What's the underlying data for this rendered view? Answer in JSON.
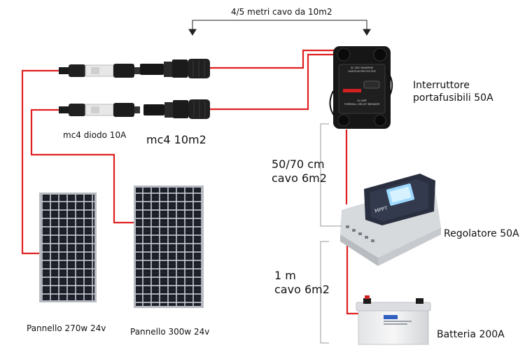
{
  "title": "4/5 metri cavo da 10m2",
  "labels": {
    "mc4_diode": "mc4 diodo 10A",
    "mc4": "mc4 10m2",
    "panel1": "Pannello 270w 24v",
    "panel2": "Pannello 300w 24v",
    "breaker": "Interruttore\nportafusibili 50A",
    "cable1": "50/70 cm\ncavo 6m2",
    "regulator": "Regolatore 50A",
    "cable2": "1 m\ncavo 6m2",
    "battery": "Batteria 200A"
  },
  "breaker_text": {
    "top": "42 VDC MAXIMUM",
    "top2": "IGNITION PROTECTED",
    "amp": "50 AMP",
    "bottom": "THERMAL CIRCUIT BREAKER"
  },
  "regulator_text": {
    "brand": "MPPT"
  },
  "colors": {
    "wire": "#e02020",
    "panel_cell": "#1a1d26",
    "panel_frame": "#b8bcc2",
    "connector": "#151515",
    "bracket": "#999999"
  }
}
